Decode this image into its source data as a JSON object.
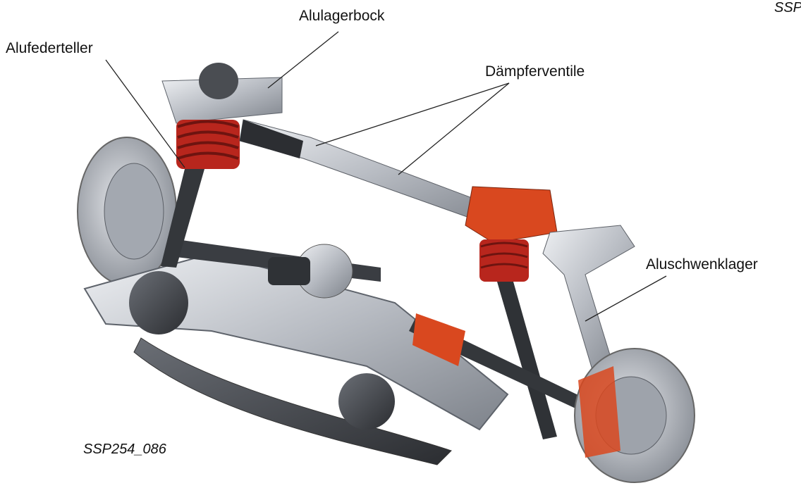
{
  "labels": {
    "alulagerbock": "Alulagerbock",
    "alufederteller": "Alufederteller",
    "daempferventile": "Dämpferventile",
    "aluschwenklager": "Aluschwenklager"
  },
  "codes": {
    "main": "SSP254_086",
    "cropped": "SSP"
  },
  "colors": {
    "spring": "#b8261d",
    "aluminium": "#c9ccd1",
    "cutaway": "#d9481f"
  }
}
